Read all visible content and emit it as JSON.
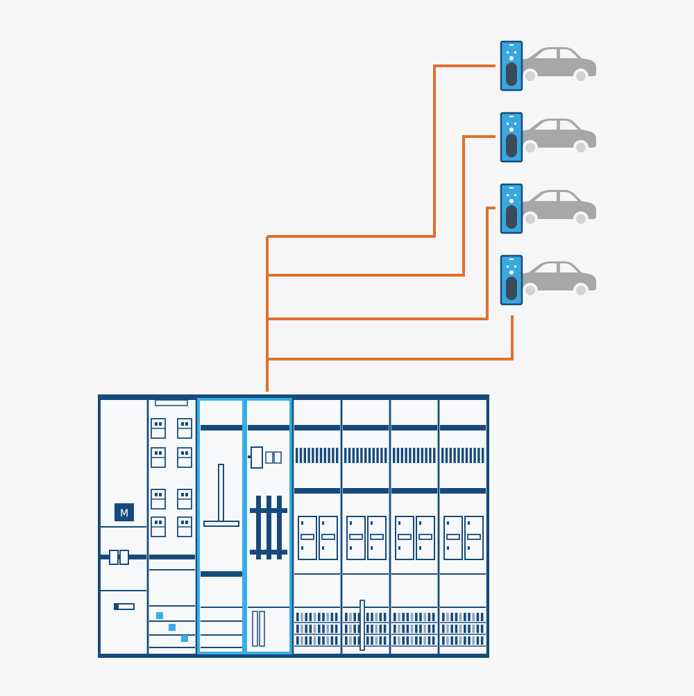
{
  "diagram": {
    "colors": {
      "background": "#f6f6f7",
      "cable": "#e0702c",
      "switchgear": "#164a7c",
      "highlight": "#38aee2",
      "charger": "#3aa8de",
      "charger_body": "#3b4b5a",
      "car": "#a7a7a7",
      "wheel": "#d3d3d3"
    },
    "meter_label": "M",
    "charging_stations": [
      {
        "id": 1,
        "icon": "ev-charger-icon"
      },
      {
        "id": 2,
        "icon": "ev-charger-icon"
      },
      {
        "id": 3,
        "icon": "ev-charger-icon"
      },
      {
        "id": 4,
        "icon": "ev-charger-icon"
      }
    ],
    "vehicles": [
      {
        "id": 1,
        "icon": "car-icon"
      },
      {
        "id": 2,
        "icon": "car-icon"
      },
      {
        "id": 3,
        "icon": "car-icon"
      },
      {
        "id": 4,
        "icon": "car-icon"
      }
    ],
    "switchgear": {
      "icon": "switchgear-cabinet-icon",
      "sections": 8,
      "highlighted_sections": [
        3,
        4
      ]
    }
  }
}
